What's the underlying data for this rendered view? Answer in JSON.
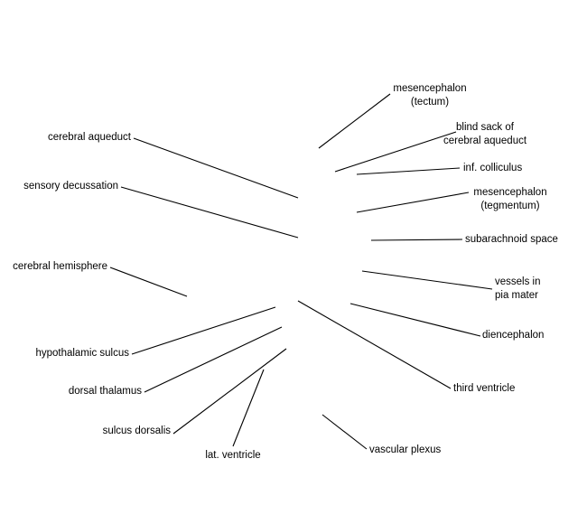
{
  "labels": {
    "mesencephalon_tectum": [
      "mesencephalon",
      "(tectum)"
    ],
    "blind_sack": [
      "blind sack of",
      "cerebral aqueduct"
    ],
    "inf_colliculus": [
      "inf. colliculus"
    ],
    "mesencephalon_tegmentum": [
      "mesencephalon",
      "(tegmentum)"
    ],
    "subarachnoid_space": [
      "subarachnoid space"
    ],
    "vessels_pia_mater": [
      "vessels in",
      "pia mater"
    ],
    "diencephalon": [
      "diencephalon"
    ],
    "third_ventricle": [
      "third ventricle"
    ],
    "vascular_plexus": [
      "vascular plexus"
    ],
    "cerebral_aqueduct": [
      "cerebral aqueduct"
    ],
    "sensory_decussation": [
      "sensory decussation"
    ],
    "cerebral_hemisphere": [
      "cerebral hemisphere"
    ],
    "hypothalamic_sulcus": [
      "hypothalamic sulcus"
    ],
    "dorsal_thalamus": [
      "dorsal thalamus"
    ],
    "sulcus_dorsalis": [
      "sulcus dorsalis"
    ],
    "lat_ventricle": [
      "lat. ventricle"
    ]
  }
}
